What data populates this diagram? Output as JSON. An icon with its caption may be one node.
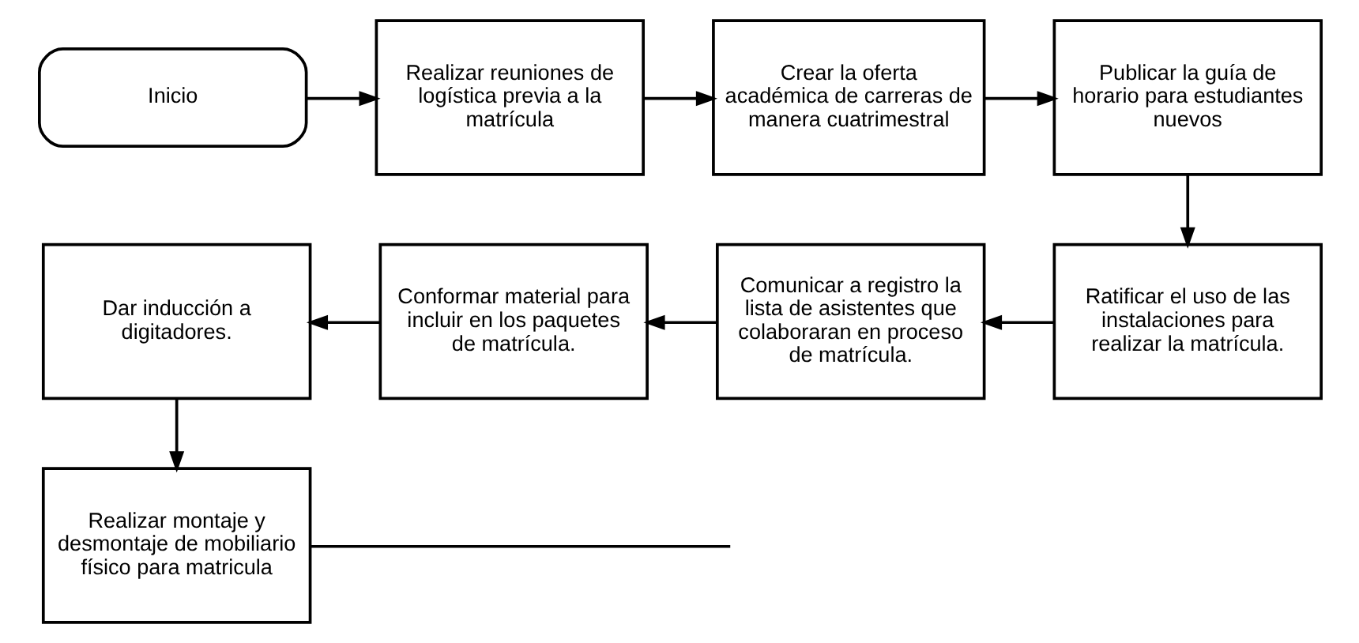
{
  "diagram": {
    "nodes": [
      {
        "text": [
          "Inicio"
        ]
      },
      {
        "text": [
          "Realizar reuniones de logística previa a la matrícula"
        ]
      },
      {
        "text": [
          "Crear la oferta académica de carreras de manera cuatrimestral"
        ]
      },
      {
        "text": [
          "Publicar la guía de horario para estudiantes nuevos"
        ]
      },
      {
        "text": [
          "Ratificar el uso de las instalaciones para realizar la matrícula."
        ]
      },
      {
        "text": [
          "Comunicar a registro la lista de asistentes que colaboraran en proceso de matrícula."
        ]
      },
      {
        "text": [
          "Conformar material para incluir en los paquetes de matrícula."
        ]
      },
      {
        "text": [
          "Dar inducción a digitadores."
        ]
      },
      {
        "text": [
          "Realizar montaje y desmontaje de mobiliario físico para matricula"
        ]
      }
    ],
    "edges": [
      {
        "from": 0,
        "to": 1,
        "arrow": "to"
      },
      {
        "from": 1,
        "to": 2,
        "arrow": "to"
      },
      {
        "from": 2,
        "to": 3,
        "arrow": "to"
      },
      {
        "from": 3,
        "to": 4,
        "arrow": "to"
      },
      {
        "from": 4,
        "to": 5,
        "arrow": "to"
      },
      {
        "from": 5,
        "to": 6,
        "arrow": "to"
      },
      {
        "from": 6,
        "to": 7,
        "arrow": "to"
      },
      {
        "from": 7,
        "to": 8,
        "arrow": "to"
      },
      {
        "from": 8,
        "to": null,
        "arrow": "none"
      }
    ]
  }
}
